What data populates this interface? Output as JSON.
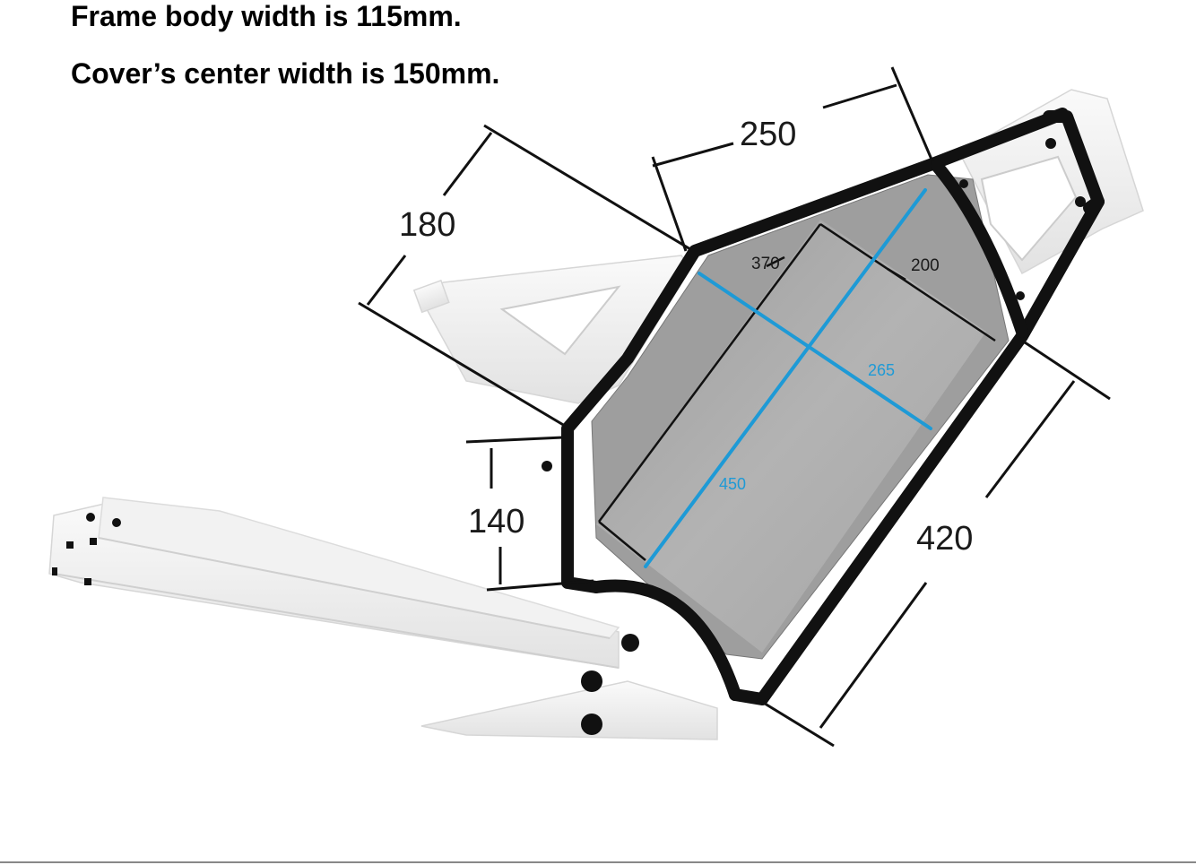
{
  "notes": {
    "frame_width": "Frame body width is 115mm.",
    "cover_width": "Cover’s center width is 150mm."
  },
  "dimensions": {
    "top_length": "250",
    "upper_left": "180",
    "rear_height": "140",
    "right_length": "420",
    "inner_top_left": "370",
    "inner_top_right": "200",
    "blue_diagonal_short": "265",
    "blue_diagonal_long": "450"
  },
  "colors": {
    "frame_black": "#111111",
    "frame_white": "#f2f2f2",
    "panel_grey": "#a9a9a9",
    "measure_blue": "#1e9ad6",
    "dimension_line": "#111111",
    "bottom_rule": "#888888"
  }
}
